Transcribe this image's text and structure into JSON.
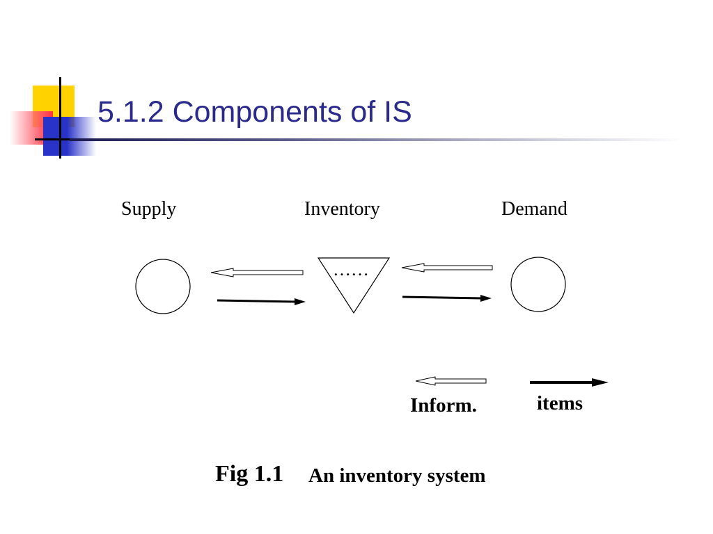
{
  "slide": {
    "title": "5.1.2 Components of IS"
  },
  "diagram": {
    "nodes": {
      "supply": "Supply",
      "inventory": "Inventory",
      "inventory_marker": "……",
      "demand": "Demand"
    },
    "legend": {
      "information": "Inform.",
      "items": "items"
    },
    "caption": {
      "number": "Fig 1.1",
      "text": "An inventory system"
    }
  }
}
